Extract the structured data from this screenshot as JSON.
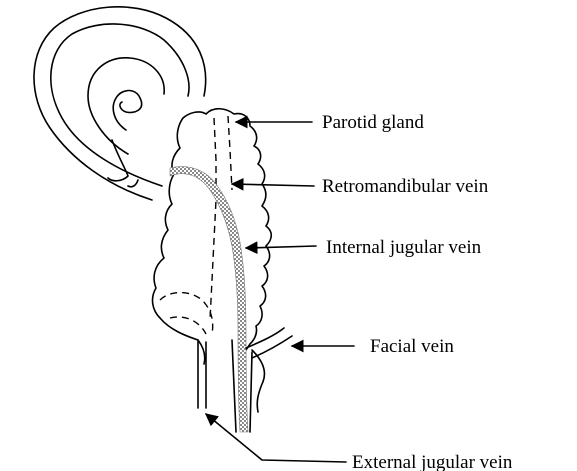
{
  "labels": {
    "parotid_gland": "Parotid gland",
    "retromandibular_vein": "Retromandibular vein",
    "internal_jugular_vein": "Internal jugular vein",
    "facial_vein": "Facial vein",
    "external_jugular_vein": "External jugular vein"
  },
  "colors": {
    "line": "#000000",
    "ijv_fill": "#9a9a9a",
    "background": "#ffffff"
  }
}
